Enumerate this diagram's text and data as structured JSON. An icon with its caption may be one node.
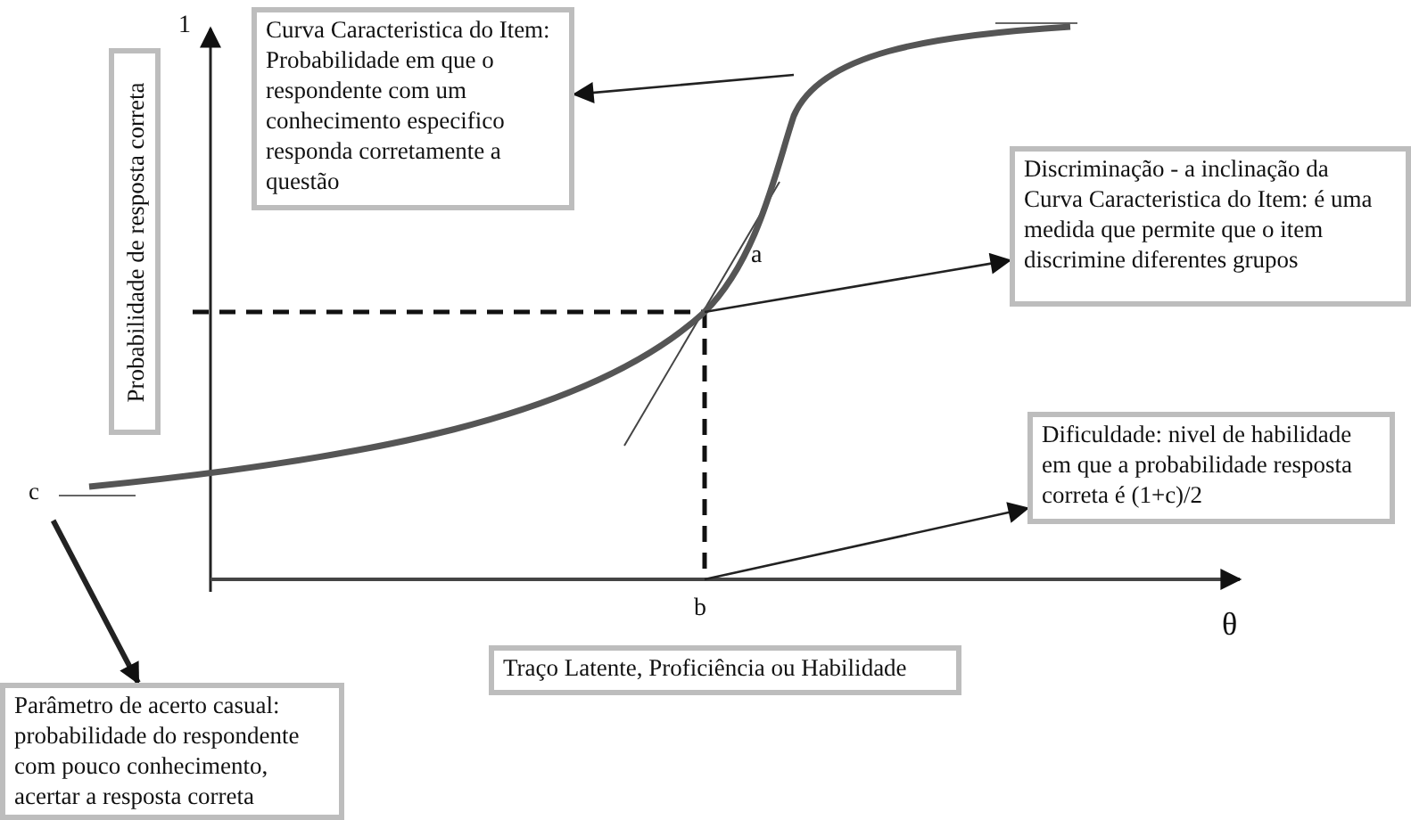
{
  "diagram": {
    "nodes": [
      {
        "text": [
          "Curva Caracteristica do Item: Probabilidade em que o respondente com um conhecimento especifico responda corretamente a questão"
        ]
      },
      {
        "text": [
          "Discriminação - a inclinação da Curva Caracteristica do Item: é uma medida que permite que o item discrimine diferentes grupos"
        ]
      },
      {
        "text": [
          "Dificuldade: nivel de habilidade em que a probabilidade resposta correta é (1+c)/2"
        ]
      },
      {
        "text": [
          "Parâmetro de acerto casual: probabilidade do respondente com pouco conhecimento, acertar a resposta correta"
        ]
      },
      {
        "text": [
          "Probabilidade de resposta correta"
        ]
      },
      {
        "text": [
          "Traço Latente, Proficiência ou Habilidade"
        ]
      },
      {
        "text": [
          "c"
        ]
      }
    ],
    "edges": [
      {
        "from": null,
        "to": 0,
        "arrow": "to"
      },
      {
        "from": null,
        "to": 1,
        "arrow": "to"
      },
      {
        "from": null,
        "to": 2,
        "arrow": "to"
      },
      {
        "from": 6,
        "to": 3,
        "arrow": "to",
        "style": "thick"
      }
    ],
    "labels": [
      "1",
      "a",
      "b",
      "θ"
    ]
  }
}
